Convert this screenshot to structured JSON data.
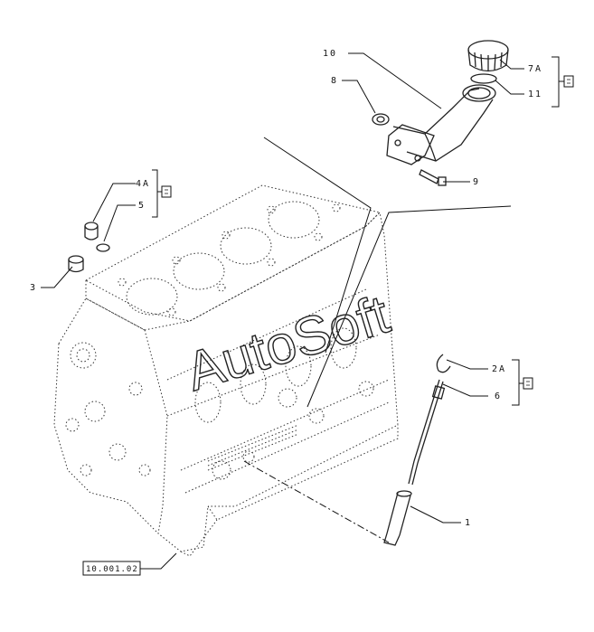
{
  "watermark": "AutoSoft",
  "callouts": {
    "c10": "10",
    "c8": "8",
    "c7a": "7A",
    "c11": "11",
    "c9": "9",
    "c4a": "4A",
    "c5": "5",
    "c3": "3",
    "c2a": "2A",
    "c6": "6",
    "c1": "1"
  },
  "reference_box": "10.001.02",
  "icons": [
    "kit-box-icon"
  ]
}
